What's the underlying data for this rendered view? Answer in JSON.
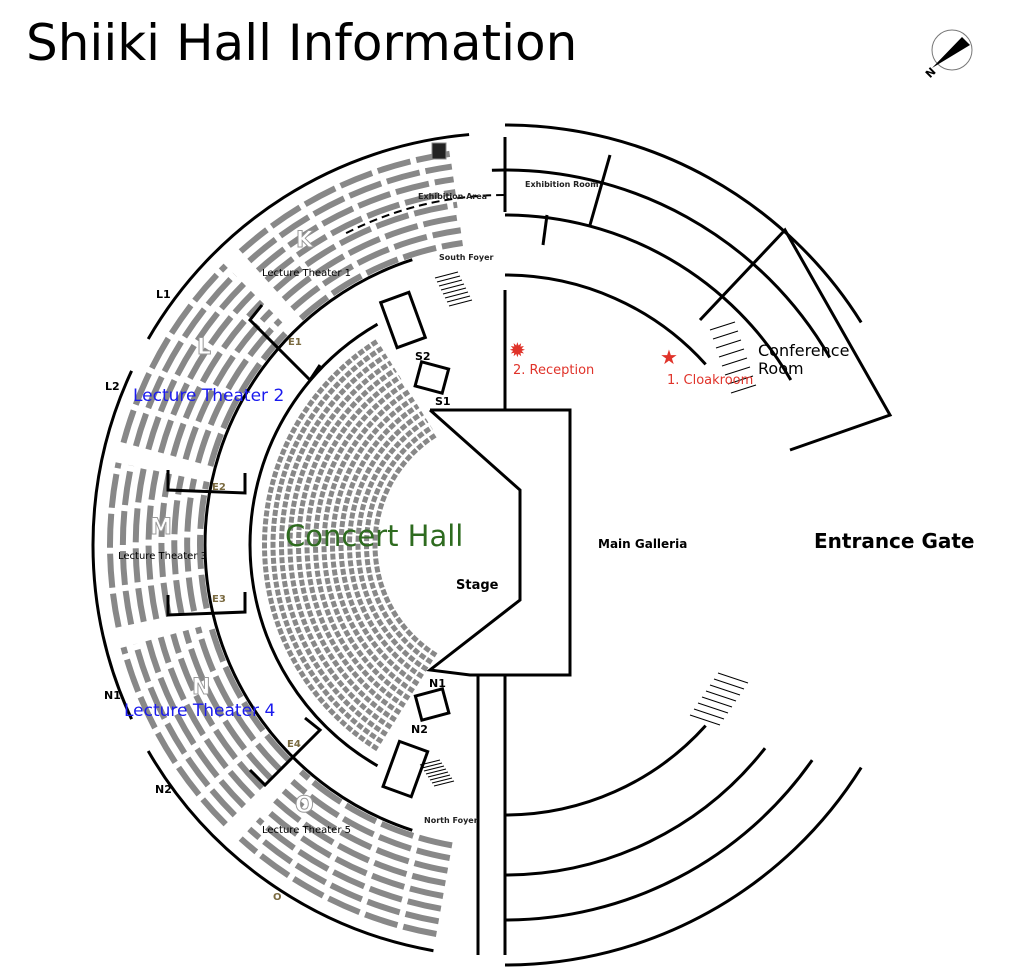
{
  "title": "Shiiki Hall Information",
  "icons": {
    "compass": "compass-north-icon",
    "elevator": "elevator-icon",
    "reception": "burst-marker-icon",
    "cloakroom": "star-marker-icon"
  },
  "colors": {
    "marker": "#e0332a",
    "lecture_label": "#1a1aee",
    "concert_label": "#2e6b1f",
    "seats": "#888888"
  },
  "compass_label": "N",
  "areas": {
    "exhibition_area": "Exhibition Area",
    "exhibition_room": "Exhibition Room",
    "south_foyer": "South Foyer",
    "north_foyer": "North Foyer",
    "conference_room_1": "Conference",
    "conference_room_2": "Room",
    "main_galleria": "Main Galleria",
    "entrance_gate": "Entrance Gate",
    "stage": "Stage",
    "concert_hall": "Concert Hall",
    "lt1": "Lecture Theater 1",
    "lt2": "Lecture Theater 2",
    "lt3": "Lecture Theater 3",
    "lt4": "Lecture Theater 4",
    "lt5": "Lecture Theater 5"
  },
  "markers": {
    "reception": "2. Reception",
    "cloakroom": "1. Cloakroom"
  },
  "doors": [
    "S1",
    "S2",
    "N1",
    "N2"
  ],
  "exits": [
    "E1",
    "E2",
    "E3",
    "E4"
  ],
  "gates": [
    "L1",
    "L2",
    "N1",
    "N2",
    "O"
  ],
  "blocks": [
    "K",
    "L",
    "M",
    "N",
    "O"
  ]
}
